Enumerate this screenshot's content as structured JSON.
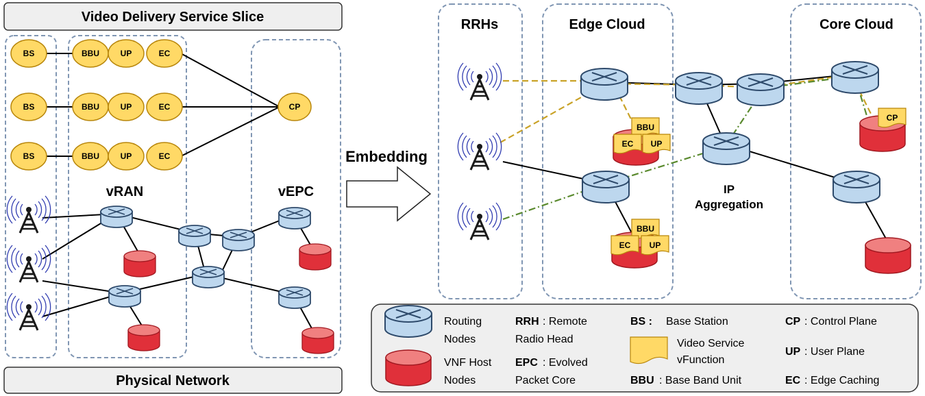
{
  "left": {
    "title": "Video Delivery Service Slice",
    "bottom_title": "Physical Network",
    "vran_label": "vRAN",
    "vepc_label": "vEPC",
    "chain_labels": [
      "BS",
      "BBU",
      "UP",
      "EC"
    ],
    "cp_label": "CP"
  },
  "embedding_label": "Embedding",
  "right": {
    "rrh_label": "RRHs",
    "edge_label": "Edge Cloud",
    "core_label": "Core Cloud",
    "ip_label_1": "IP",
    "ip_label_2": "Aggregation",
    "vf_labels": {
      "bbu": "BBU",
      "up": "UP",
      "ec": "EC",
      "cp": "CP"
    }
  },
  "legend": {
    "routing_1": "Routing",
    "routing_2": "Nodes",
    "vnf_1": "VNF Host",
    "vnf_2": "Nodes",
    "rrh_abbr": "RRH",
    "rrh_1": ": Remote",
    "rrh_2": "Radio Head",
    "epc_abbr": "EPC",
    "epc_1": ": Evolved",
    "epc_2": "Packet Core",
    "bs_abbr": "BS :",
    "bs_text": "Base Station",
    "vs_1": "Video Service",
    "vs_2": "vFunction",
    "bbu_abbr": "BBU",
    "bbu_text": ": Base Band Unit",
    "cp_abbr": "CP",
    "cp_text": ": Control Plane",
    "up_abbr": "UP",
    "up_text": ": User Plane",
    "ec_abbr": "EC",
    "ec_text": ": Edge Caching"
  },
  "colors": {
    "router_fill": "#bdd7ee",
    "router_stroke": "#2e4a6b",
    "vnf_fill": "#e0303a",
    "vnf_top": "#f08080",
    "slice_node": "#ffd966",
    "slice_stroke": "#b8860b",
    "dash_gold": "#c9a227",
    "dash_green": "#5a8a2e",
    "box_dash": "#8096b3",
    "tower": "#1a1a1a",
    "waves": "#2f3bb0"
  }
}
